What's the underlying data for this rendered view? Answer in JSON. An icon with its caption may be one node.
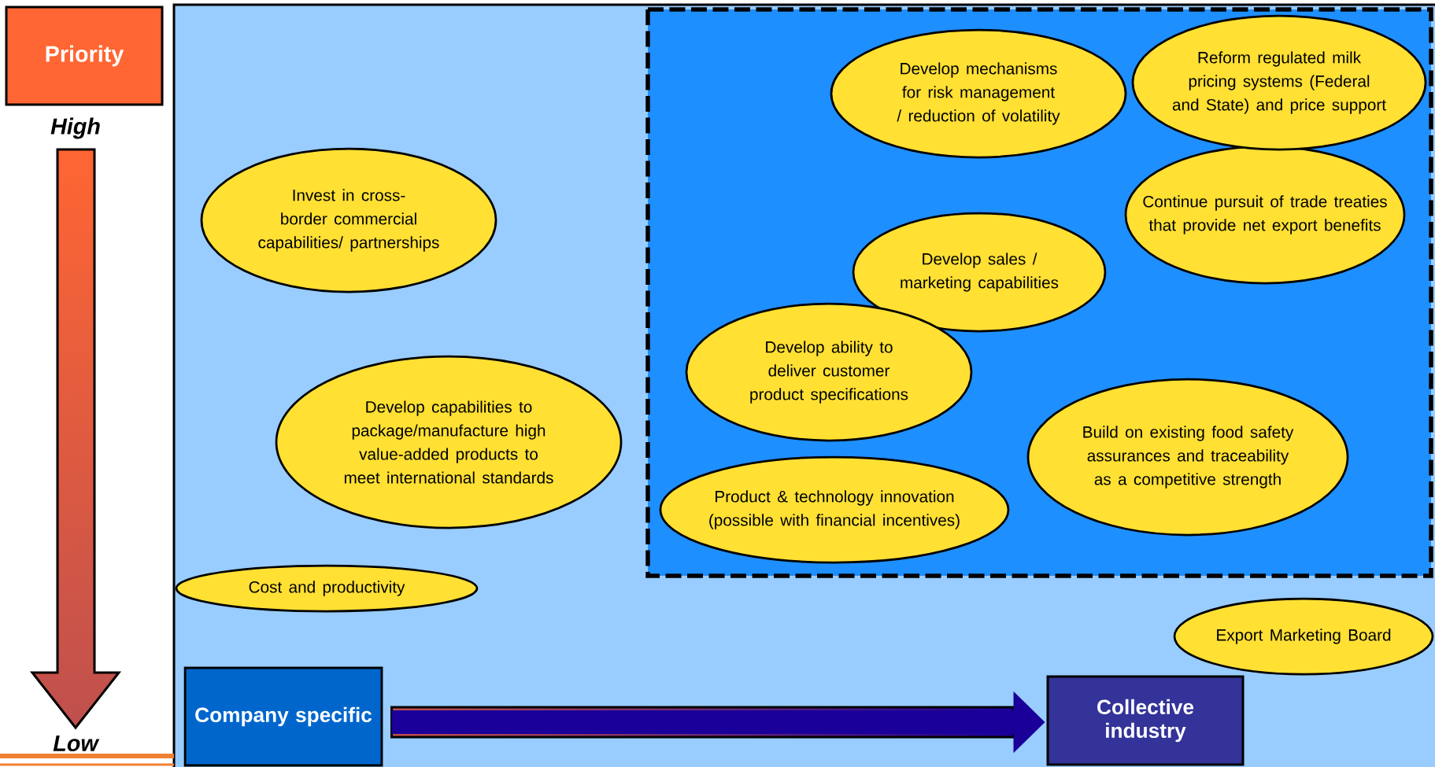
{
  "diagram": {
    "nodes": [
      {
        "text": [
          "Priority"
        ]
      },
      {
        "text": [
          "Develop mechanisms for risk management / reduction of volatility"
        ]
      },
      {
        "text": [
          "Reform regulated milk pricing systems (Federal and State) and price support"
        ]
      },
      {
        "text": [
          "Invest in cross-border commercial capabilities/ partnerships"
        ]
      },
      {
        "text": [
          "Continue pursuit of trade treaties that provide net export benefits"
        ]
      },
      {
        "text": [
          "Develop sales / marketing capabilities"
        ]
      },
      {
        "text": [
          "Develop ability to deliver customer product specifications"
        ]
      },
      {
        "text": [
          "Develop capabilities to package/manufacture high value-added products to meet international standards"
        ]
      },
      {
        "text": [
          "Build on existing food safety assurances and traceability as a competitive strength"
        ]
      },
      {
        "text": [
          "Product & technology innovation (possible with financial incentives)"
        ]
      },
      {
        "text": [
          "Cost and productivity"
        ]
      },
      {
        "text": [
          "Export Marketing Board"
        ]
      },
      {
        "text": [
          "Company specific"
        ]
      },
      {
        "text": [
          "Collective industry"
        ]
      }
    ],
    "edges": [
      {
        "from": 12,
        "to": 13,
        "arrow": "to"
      }
    ],
    "labels": [
      "High",
      "Low"
    ]
  }
}
